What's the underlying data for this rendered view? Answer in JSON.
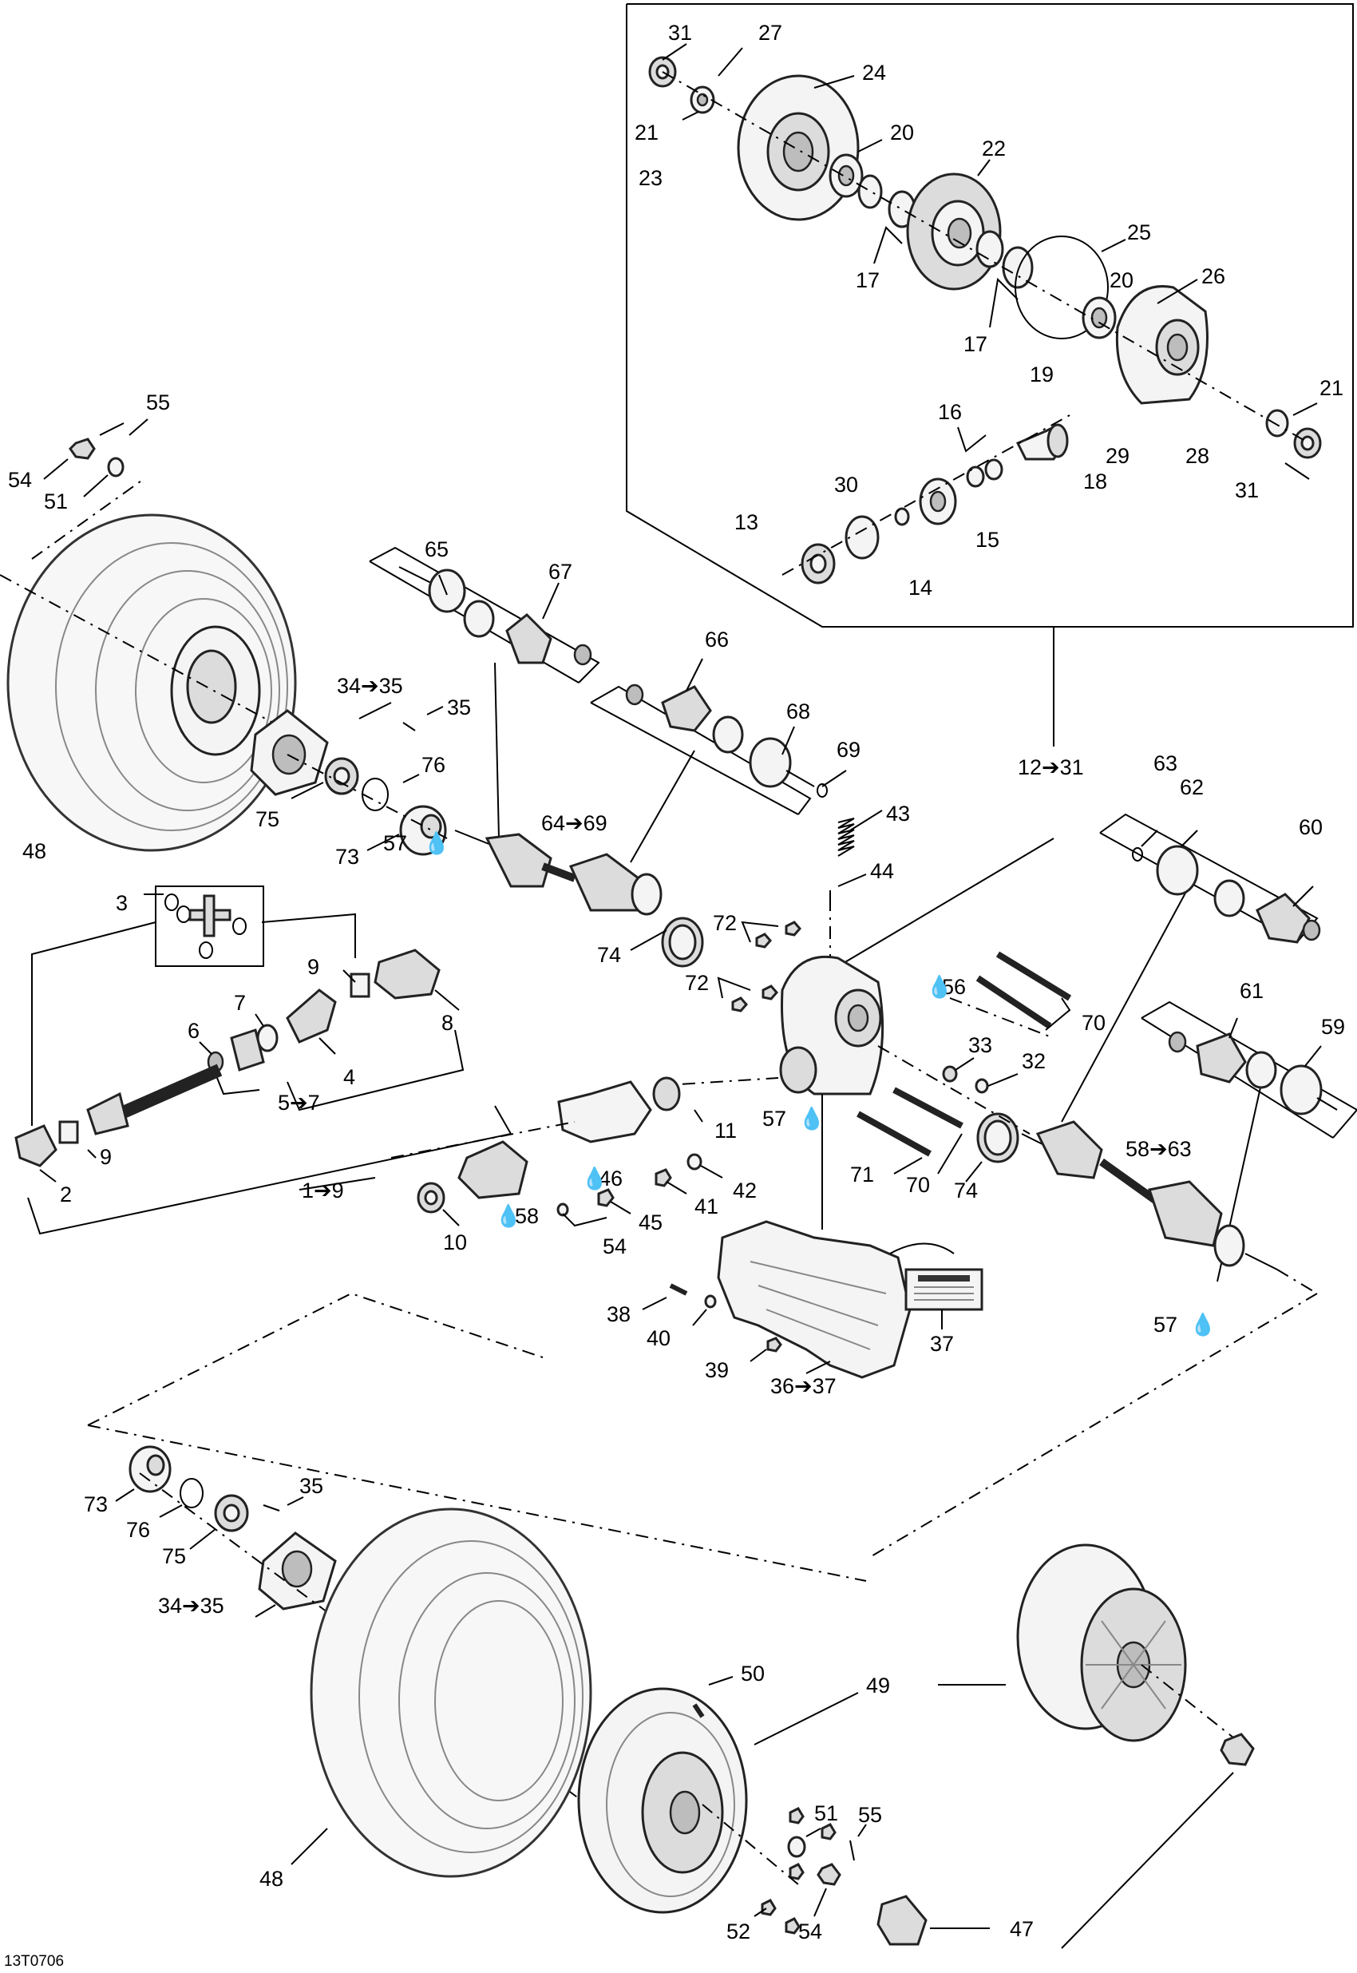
{
  "diagram": {
    "code": "13T0706",
    "arrow": "➔",
    "callouts": {
      "c13": "13",
      "c14": "14",
      "c15": "15",
      "c16": "16",
      "c17a": "17",
      "c17b": "17",
      "c18": "18",
      "c19": "19",
      "c20a": "20",
      "c20b": "20",
      "c21a": "21",
      "c21b": "21",
      "c22": "22",
      "c23": "23",
      "c24": "24",
      "c25": "25",
      "c26": "26",
      "c27": "27",
      "c28": "28",
      "c29": "29",
      "c30": "30",
      "c31a": "31",
      "c31b": "31",
      "c55a": "55",
      "c54a": "54",
      "c51a": "51",
      "c48a": "48",
      "c34_35a": "34➔35",
      "c35a": "35",
      "c75a": "75",
      "c76a": "76",
      "c73a": "73",
      "c65": "65",
      "c67": "67",
      "c66": "66",
      "c68": "68",
      "c69": "69",
      "c64_69": "64➔69",
      "c57a": "57",
      "c43": "43",
      "c44": "44",
      "c74a": "74",
      "c72a": "72",
      "c72b": "72",
      "c56": "56",
      "c70a": "70",
      "c70b": "70",
      "c33": "33",
      "c32": "32",
      "c12_31": "12➔31",
      "c63": "63",
      "c62": "62",
      "c60": "60",
      "c61": "61",
      "c59": "59",
      "c58_63": "58➔63",
      "c57b": "57",
      "c57c": "57",
      "c71": "71",
      "c74b": "74",
      "c3": "3",
      "c9a": "9",
      "c9b": "9",
      "c8": "8",
      "c7": "7",
      "c6": "6",
      "c4": "4",
      "c5_7": "5➔7",
      "c2": "2",
      "c1_9": "1➔9",
      "c11": "11",
      "c46": "46",
      "c42": "42",
      "c41": "41",
      "c45": "45",
      "c58": "58",
      "c54b": "54",
      "c10": "10",
      "c38": "38",
      "c40": "40",
      "c39": "39",
      "c37": "37",
      "c36_37": "36➔37",
      "c73b": "73",
      "c76b": "76",
      "c75b": "75",
      "c35b": "35",
      "c34_35b": "34➔35",
      "c48b": "48",
      "c50": "50",
      "c49": "49",
      "c51b": "51",
      "c55b": "55",
      "c52": "52",
      "c54c": "54",
      "c47": "47"
    }
  }
}
